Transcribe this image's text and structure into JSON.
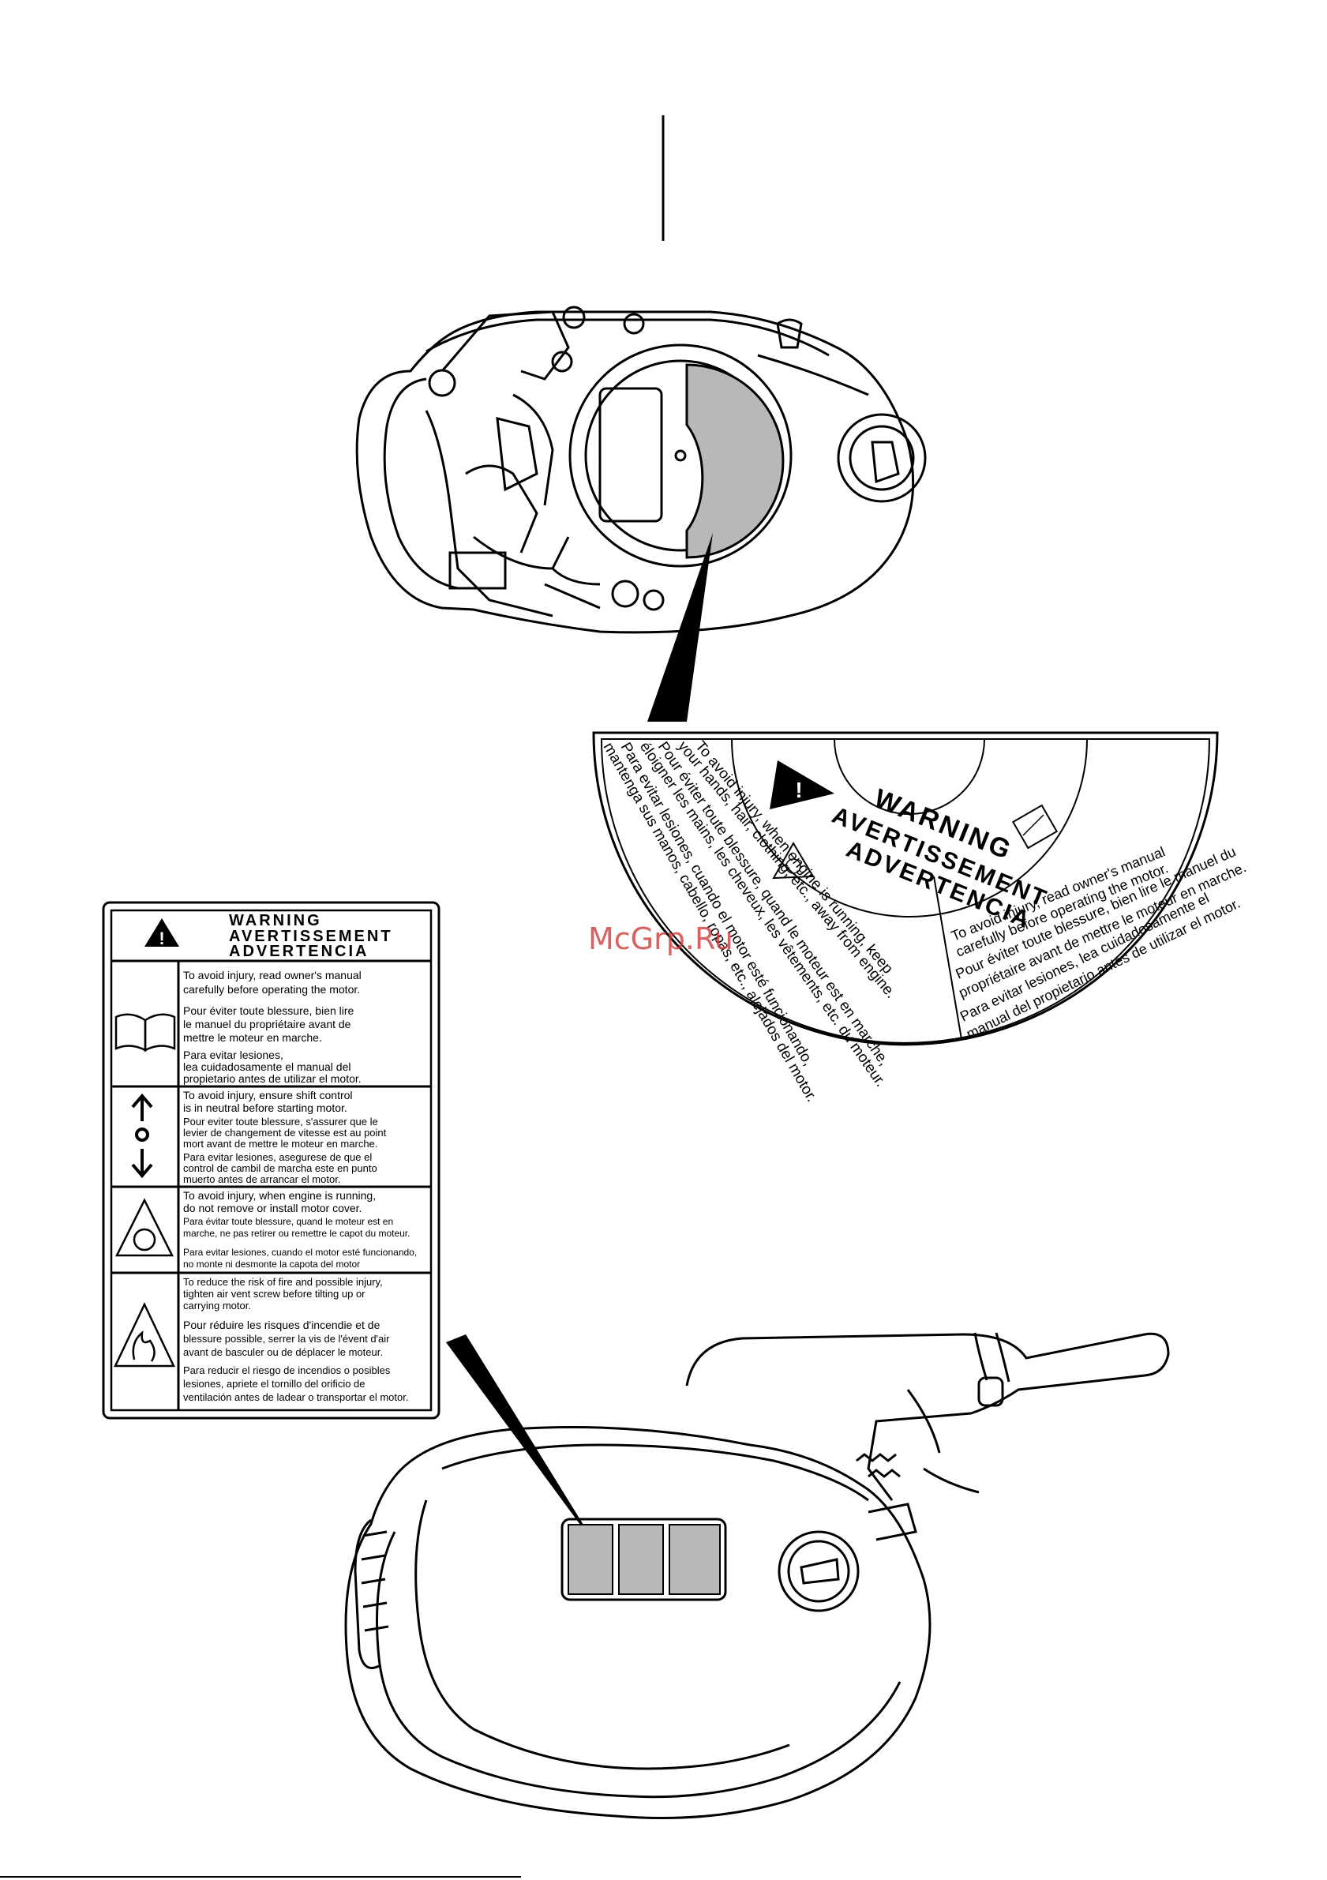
{
  "watermark": "McGrp.Ru",
  "colors": {
    "label_fill": "#b8b8b8",
    "watermark": "#d03a3a",
    "line": "#000000"
  },
  "rect_label": {
    "heading": [
      "WARNING",
      "AVERTISSEMENT",
      "ADVERTENCIA"
    ],
    "sections": [
      {
        "icon": "manual-book-icon",
        "lines": [
          "To avoid injury, read owner's manual",
          "carefully before operating the motor.",
          "Pour éviter toute blessure, bien lire",
          "le manuel du propriétaire avant de",
          "mettre le moteur en marche.",
          "Para evitar lesiones,",
          "lea cuidadosamente el manual del",
          "propietario antes de utilizar el motor."
        ]
      },
      {
        "icon": "shift-neutral-icon",
        "lines": [
          "To avoid injury, ensure shift control",
          "is in neutral before starting motor.",
          "Pour eviter toute blessure, s'assurer que le",
          "levier de changement de vitesse est au point",
          "mort avant de mettre le moteur en marche.",
          "Para evitar lesiones, asegurese de que el",
          "control de cambil de marcha este en punto",
          "muerto antes de arrancar el motor."
        ]
      },
      {
        "icon": "rotating-part-icon",
        "lines": [
          "To avoid injury, when engine is running,",
          "do not remove or install motor cover.",
          "Para évitar toute blessure, quand le moteur est en",
          "marche, ne pas retirer ou remettre le capot du moteur.",
          "Para evitar lesiones, cuando el motor esté funcionando,",
          "no monte ni desmonte la capota del motor"
        ]
      },
      {
        "icon": "fire-hazard-icon",
        "lines": [
          "To reduce the risk of fire and possible injury,",
          "tighten air vent screw before tilting up or",
          "carrying motor.",
          "Pour réduire les risques d'incendie et de",
          "blessure possible, serrer la vis de l'évent d'air",
          "avant de basculer ou de déplacer le moteur.",
          "Para reducir el riesgo de incendios o posibles",
          "lesiones, apriete el tornillo del orificio de",
          "ventilación antes de ladear o transportar el motor."
        ]
      }
    ]
  },
  "semi_label": {
    "heading": [
      "WARNING",
      "AVERTISSEMENT",
      "ADVERTENCIA"
    ],
    "outer_lines": [
      "To avoid injury, when engine is running, keep",
      "your hands, hair, clothing, etc., away from engine.",
      "Pour éviter toute blessure, quand le moteur est en marche,",
      "éloigner les mains, les cheveux, les vêtements, etc. du moteur.",
      "Para evitar lesiones, cuando el motor esté funcionando,",
      "mantenga sus manos, cabello, ropas, etc., alejados del motor."
    ],
    "right_lines": [
      "To avoid injury, read owner's manual",
      "carefully before operating the motor.",
      "Pour éviter toute blessure, bien lire le manuel du",
      "propriétaire avant de mettre le moteur en marche.",
      "Para evitar lesiones, lea cuidadosamente el",
      "manual del propietario antes de utilizar el motor."
    ]
  }
}
